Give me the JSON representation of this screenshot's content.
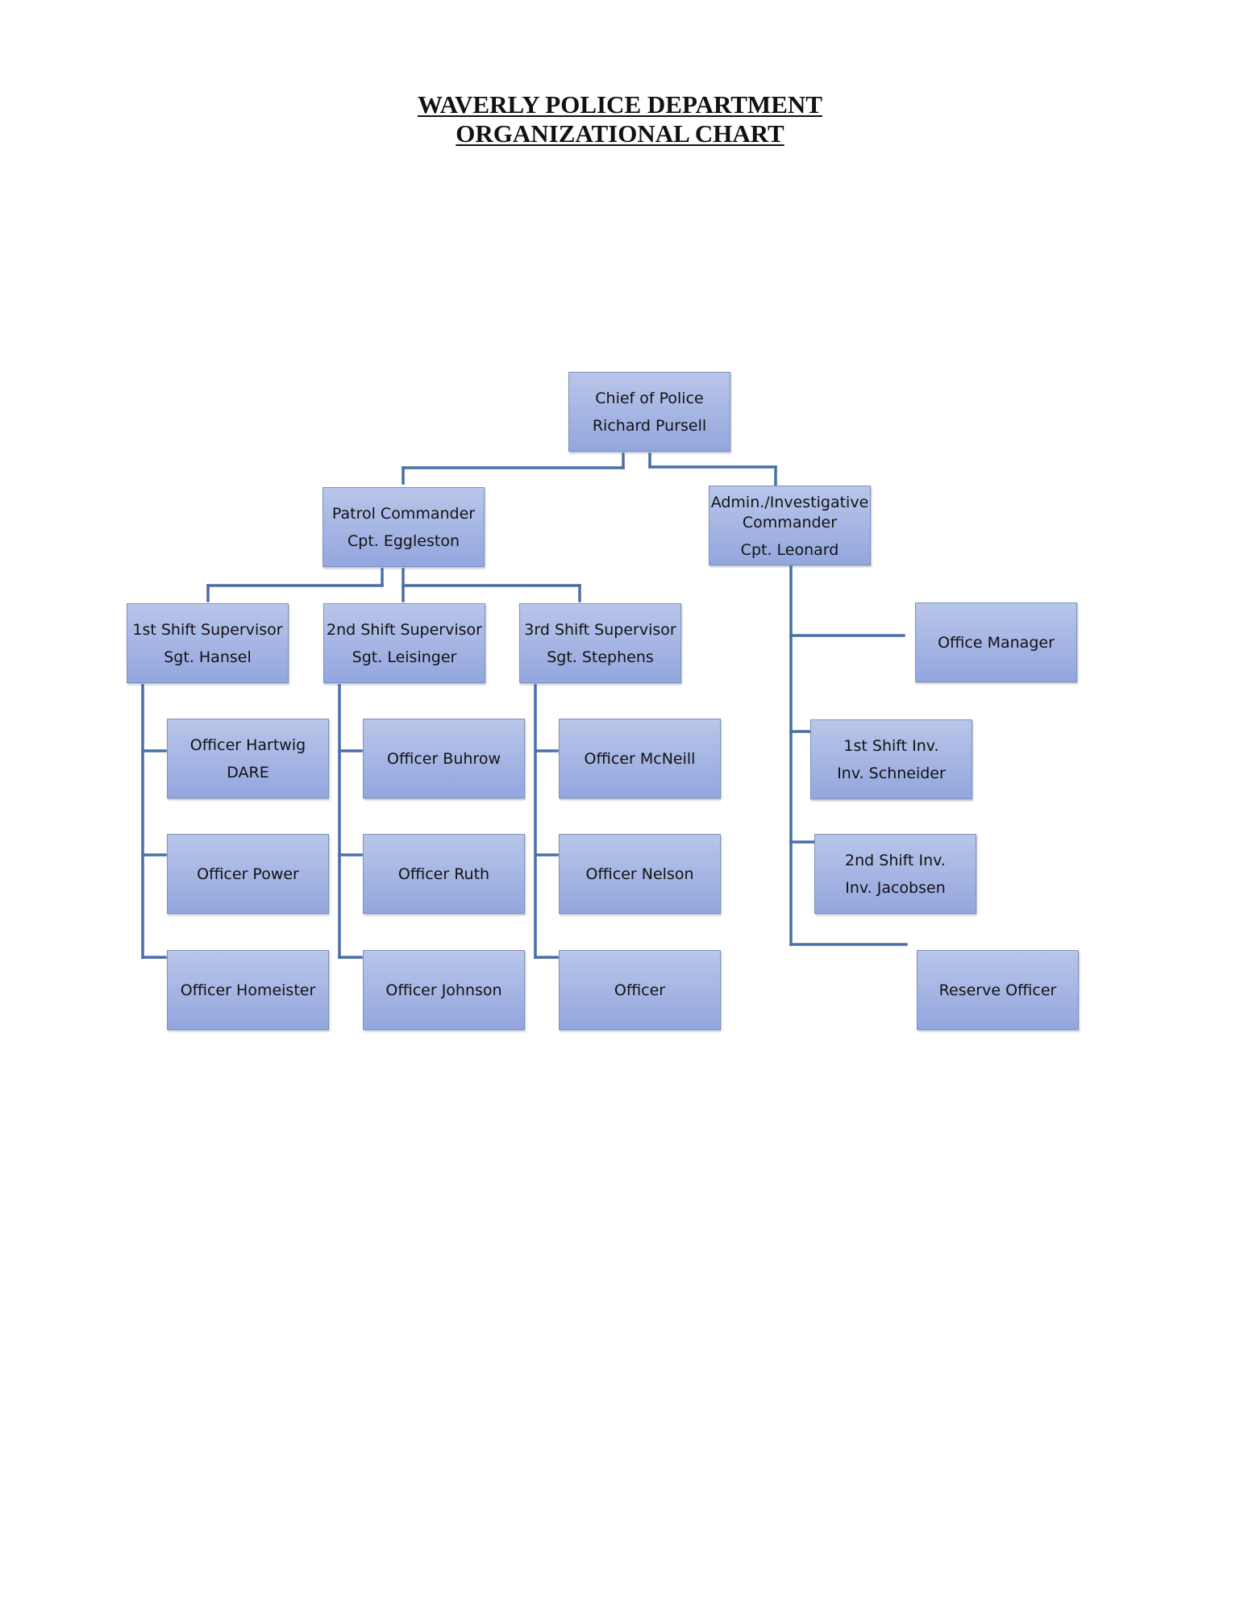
{
  "title": {
    "line1": "WAVERLY POLICE DEPARTMENT",
    "line2": "ORGANIZATIONAL CHART"
  },
  "colors": {
    "box_fill_top": "#b9c6ea",
    "box_fill_bottom": "#93a6de",
    "box_border": "#7f92b9",
    "connector": "#4a6ea9"
  },
  "nodes": {
    "chief": {
      "role": "Chief of Police",
      "name": "Richard Pursell"
    },
    "patrol_commander": {
      "role": "Patrol Commander",
      "name": "Cpt. Eggleston"
    },
    "admin_commander": {
      "role_line1": "Admin./Investigative",
      "role_line2": "Commander",
      "name": "Cpt. Leonard"
    },
    "supervisor_1": {
      "role": "1st Shift Supervisor",
      "name": "Sgt. Hansel"
    },
    "supervisor_2": {
      "role": "2nd Shift Supervisor",
      "name": "Sgt. Leisinger"
    },
    "supervisor_3": {
      "role": "3rd Shift Supervisor",
      "name": "Sgt. Stephens"
    },
    "officer_hartwig": {
      "role": "Officer Hartwig",
      "name": "DARE"
    },
    "officer_power": {
      "role": "Officer Power"
    },
    "officer_homeister": {
      "role": "Officer Homeister"
    },
    "officer_buhrow": {
      "role": "Officer Buhrow"
    },
    "officer_ruth": {
      "role": "Officer Ruth"
    },
    "officer_johnson": {
      "role": "Officer Johnson"
    },
    "officer_mcneill": {
      "role": "Officer McNeill"
    },
    "officer_nelson": {
      "role": "Officer Nelson"
    },
    "officer_vacant": {
      "role": "Officer"
    },
    "office_manager": {
      "role": "Office Manager"
    },
    "inv_1st_shift": {
      "role": "1st Shift Inv.",
      "name": "Inv. Schneider"
    },
    "inv_2nd_shift": {
      "role": "2nd Shift Inv.",
      "name": "Inv. Jacobsen"
    },
    "reserve_officer": {
      "role": "Reserve Officer"
    }
  }
}
